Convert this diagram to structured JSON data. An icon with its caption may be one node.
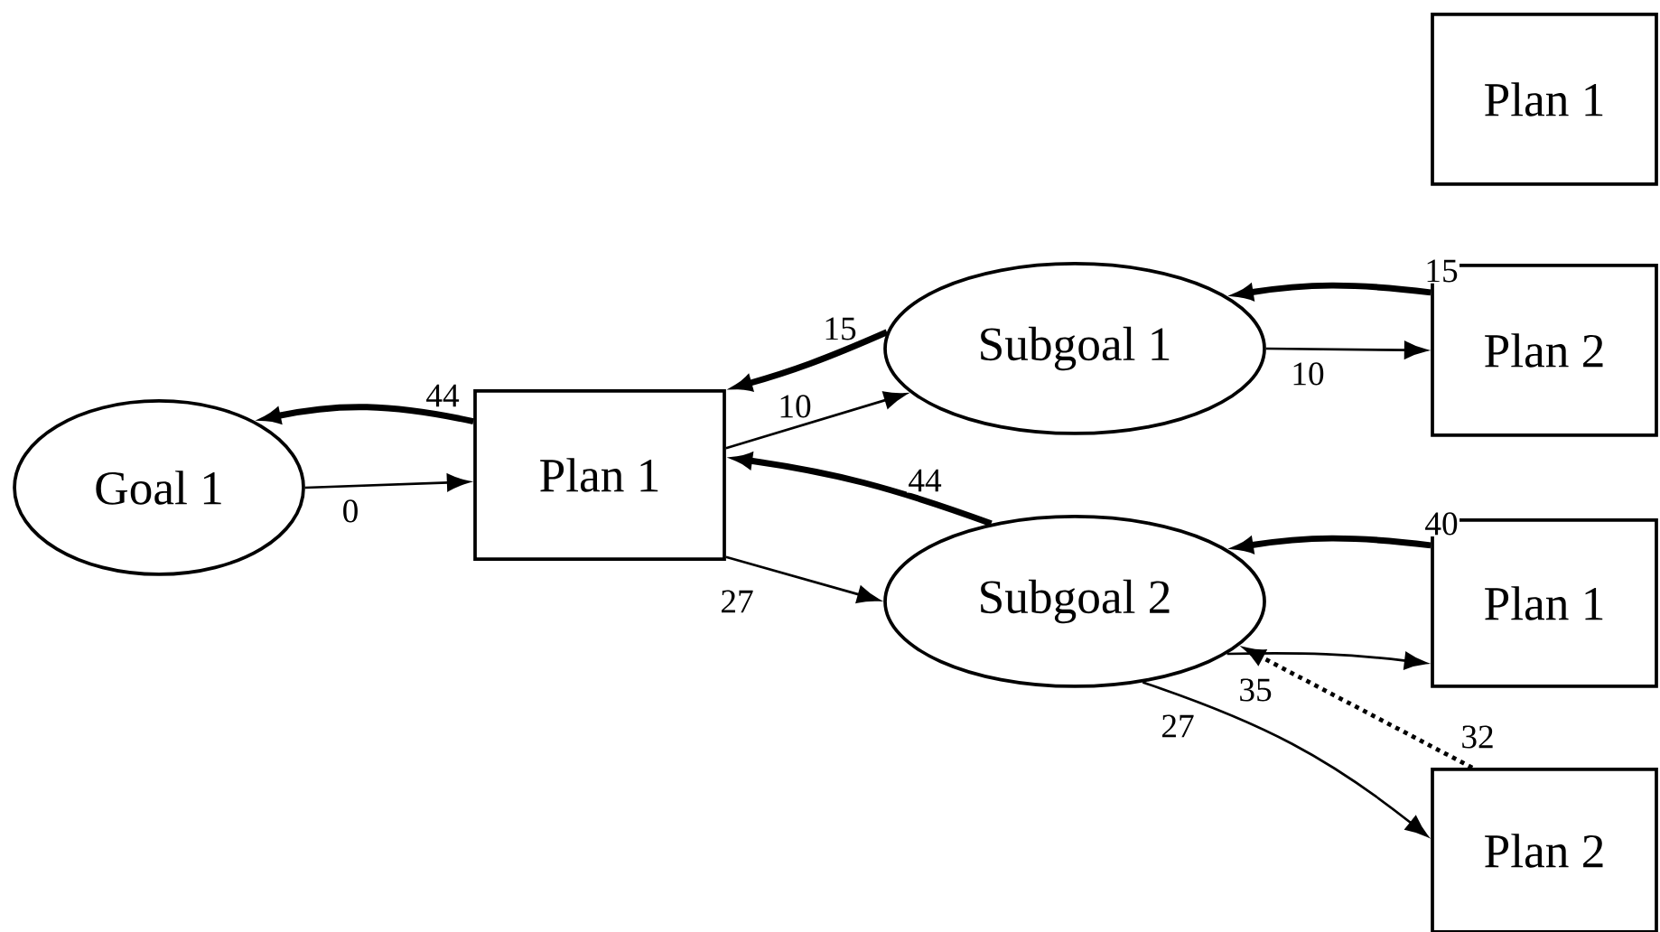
{
  "diagram": {
    "nodes": [
      {
        "text": [
          "Goal 1"
        ]
      },
      {
        "text": [
          "Plan 1"
        ]
      },
      {
        "text": [
          "Subgoal 1"
        ]
      },
      {
        "text": [
          "Subgoal 2"
        ]
      },
      {
        "text": [
          "Plan 1"
        ]
      },
      {
        "text": [
          "Plan 2"
        ]
      },
      {
        "text": [
          "Plan 1"
        ]
      },
      {
        "text": [
          "Plan 2"
        ]
      }
    ],
    "edges": [
      {
        "from": 0,
        "to": 1,
        "arrow": "to",
        "label": "0"
      },
      {
        "from": 1,
        "to": 0,
        "arrow": "to",
        "label": "44",
        "style": "thick"
      },
      {
        "from": 2,
        "to": 1,
        "arrow": "to",
        "label": "15",
        "style": "thick"
      },
      {
        "from": 1,
        "to": 2,
        "arrow": "to",
        "label": "10"
      },
      {
        "from": 3,
        "to": 1,
        "arrow": "to",
        "label": "44",
        "style": "thick"
      },
      {
        "from": 1,
        "to": 3,
        "arrow": "to",
        "label": "27"
      },
      {
        "from": 2,
        "to": 5,
        "arrow": "to",
        "label": "10"
      },
      {
        "from": 5,
        "to": 2,
        "arrow": "to",
        "label": "15",
        "style": "thick"
      },
      {
        "from": 6,
        "to": 3,
        "arrow": "to",
        "label": "40",
        "style": "thick"
      },
      {
        "from": 3,
        "to": 6,
        "arrow": "to",
        "label": "35"
      },
      {
        "from": 7,
        "to": 3,
        "arrow": "to",
        "label": "32",
        "style": "dashed"
      },
      {
        "from": 3,
        "to": 7,
        "arrow": "to",
        "label": "27"
      }
    ]
  }
}
